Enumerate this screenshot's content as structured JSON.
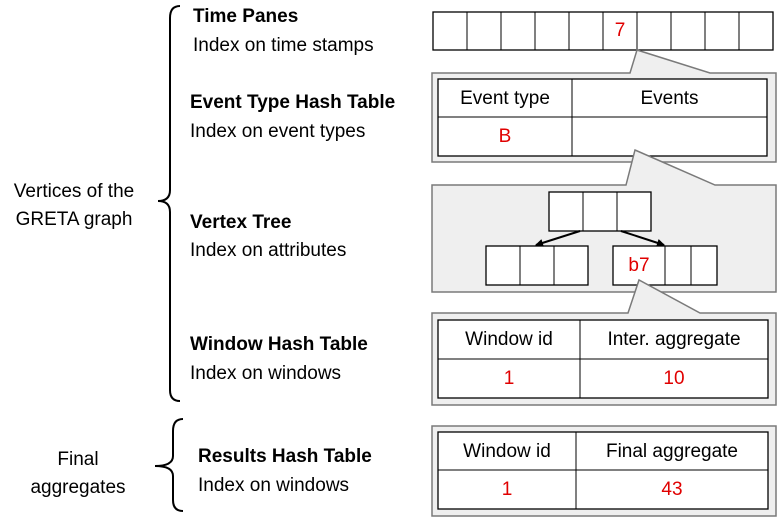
{
  "left_groups": {
    "graph_vertices": "Vertices of the\nGRETA graph",
    "final_aggregates": "Final\naggregates"
  },
  "structures": {
    "time_panes": {
      "title": "Time Panes",
      "subtitle": "Index on time stamps"
    },
    "event_type_hash": {
      "title": "Event Type Hash Table",
      "subtitle": "Index on event types"
    },
    "vertex_tree": {
      "title": "Vertex Tree",
      "subtitle": "Index on attributes"
    },
    "window_hash": {
      "title": "Window Hash Table",
      "subtitle": "Index on windows"
    },
    "results_hash": {
      "title": "Results Hash Table",
      "subtitle": "Index on windows"
    }
  },
  "time_panes_array": {
    "cell_value": "7"
  },
  "event_type_table": {
    "headers": [
      "Event type",
      "Events"
    ],
    "row": [
      "B",
      ""
    ]
  },
  "vertex_tree_nodes": {
    "leaf_value": "b7"
  },
  "window_table": {
    "headers": [
      "Window id",
      "Inter. aggregate"
    ],
    "row": [
      "1",
      "10"
    ]
  },
  "results_table": {
    "headers": [
      "Window id",
      "Final aggregate"
    ],
    "row": [
      "1",
      "43"
    ]
  },
  "colors": {
    "value_text": "#e00000",
    "panel_fill": "#efefef",
    "line": "#7a7a7a"
  }
}
